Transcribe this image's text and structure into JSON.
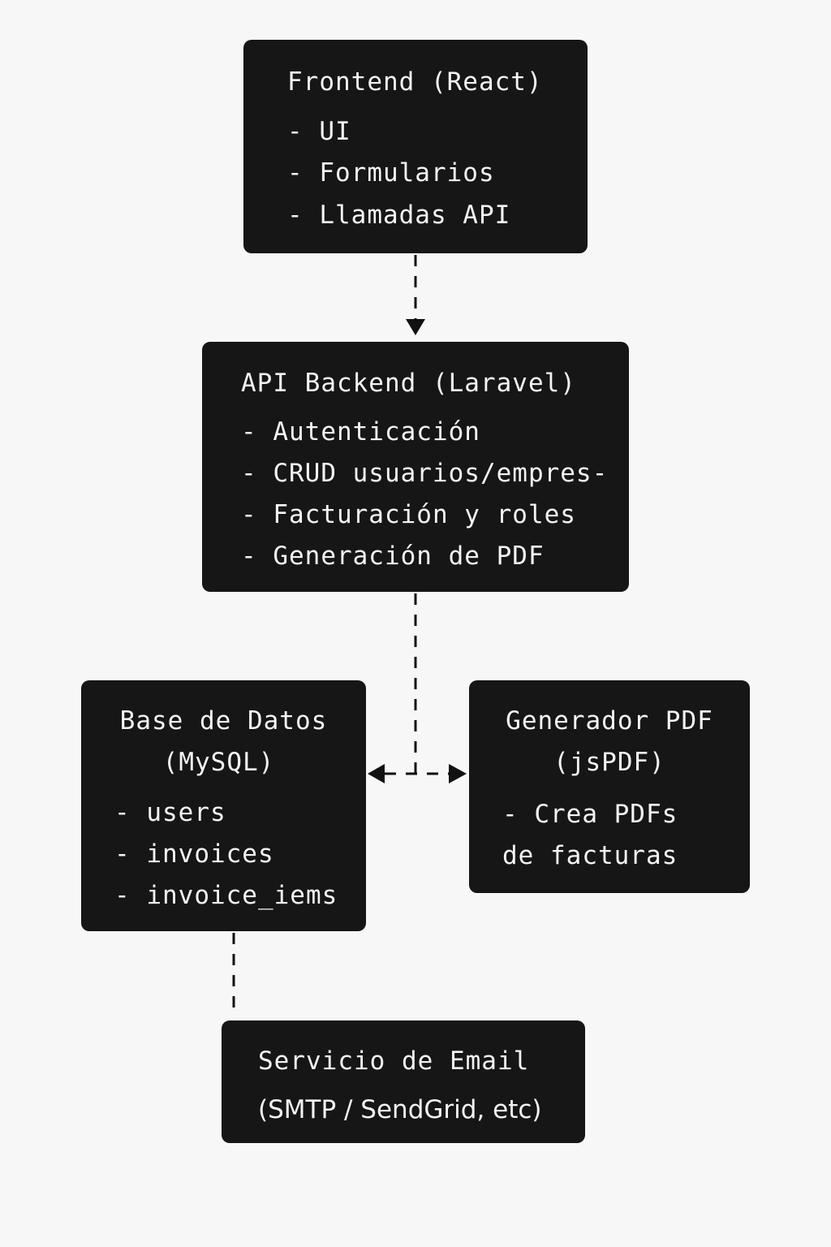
{
  "nodes": {
    "frontend": {
      "title": "Frontend (React)",
      "items": [
        "- UI",
        "- Formularios",
        "- Llamadas API"
      ]
    },
    "backend": {
      "title": "API Backend (Laravel)",
      "items": [
        "- Autenticación",
        "- CRUD usuarios/empres-",
        "- Facturación y roles",
        "- Generación de PDF"
      ]
    },
    "database": {
      "title": "Base de Datos",
      "subtitle": "(MySQL)",
      "items": [
        "- users",
        "- invoices",
        "- invoice_iems"
      ]
    },
    "pdf_generator": {
      "title": "Generador PDF",
      "subtitle": "(jsPDF)",
      "items": [
        "- Crea PDFs",
        "de facturas"
      ]
    },
    "email": {
      "title": "Servicio de Email",
      "subtitle": "(SMTP / SendGrid, etc)"
    }
  },
  "colors": {
    "background": "#f7f7f7",
    "node_fill": "#161616",
    "node_text": "#f4f4f4",
    "connector": "#111111"
  }
}
